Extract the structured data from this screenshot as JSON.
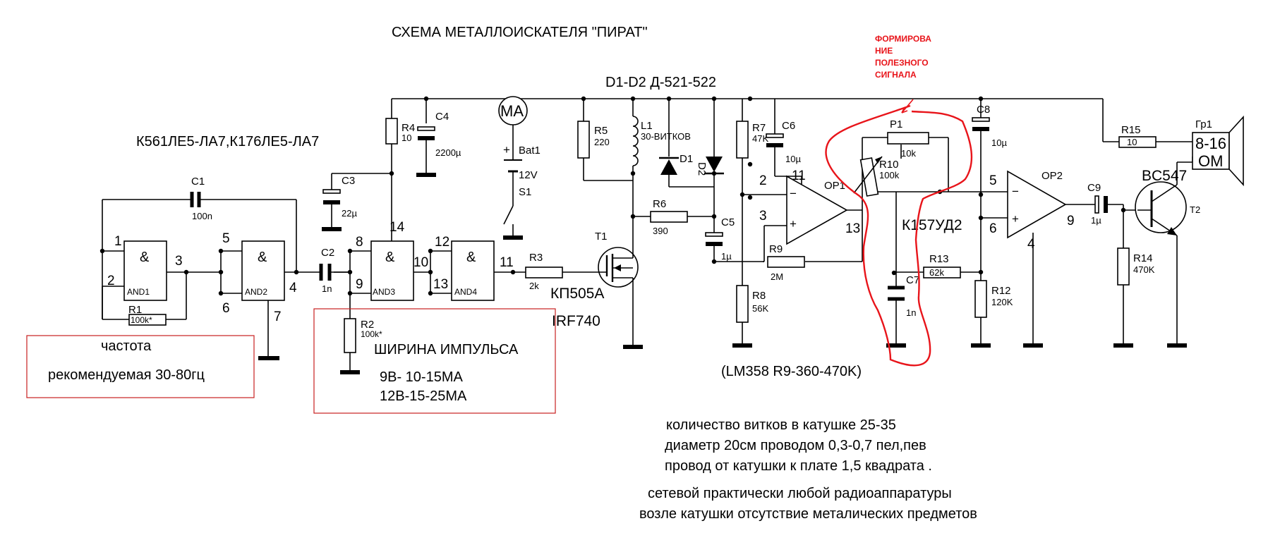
{
  "title": "СХЕМА МЕТАЛЛОИСКАТЕЛЯ \"ПИРАТ\"",
  "chips": "К561ЛЕ5-ЛА7,К176ЛЕ5-ЛА7",
  "diodes_note": "D1-D2 Д-521-522",
  "opamp1_note": "(LM358  R9-360-470K)",
  "opamp2_model": "К157УД2",
  "mosfet_a": "КП505А",
  "mosfet_b": "IRF740",
  "transistor": "BC547",
  "speaker": {
    "ref": "Гр1",
    "ohm1": "8-16",
    "ohm2": "ОМ"
  },
  "meter": "MA",
  "battery": {
    "ref": "Bat1",
    "volt": "12V",
    "switch": "S1"
  },
  "gates": [
    "AND1",
    "AND2",
    "AND3",
    "AND4"
  ],
  "gate_symbol": "&",
  "components": {
    "C1": {
      "ref": "C1",
      "val": "100n"
    },
    "C2": {
      "ref": "C2",
      "val": "1n"
    },
    "C3": {
      "ref": "C3",
      "val": "22µ"
    },
    "C4": {
      "ref": "C4",
      "val": "2200µ"
    },
    "C5": {
      "ref": "C5",
      "val": "1µ"
    },
    "C6": {
      "ref": "C6",
      "val": "10µ"
    },
    "C7": {
      "ref": "C7",
      "val": "1n"
    },
    "C8": {
      "ref": "C8",
      "val": "10µ"
    },
    "C9": {
      "ref": "C9",
      "val": "1µ"
    },
    "R1": {
      "ref": "R1",
      "val": "100k*"
    },
    "R2": {
      "ref": "R2",
      "val": "100k*"
    },
    "R3": {
      "ref": "R3",
      "val": "2k"
    },
    "R4": {
      "ref": "R4",
      "val": "10"
    },
    "R5": {
      "ref": "R5",
      "val": "220"
    },
    "R6": {
      "ref": "R6",
      "val": "390"
    },
    "R7": {
      "ref": "R7",
      "val": "47K"
    },
    "R8": {
      "ref": "R8",
      "val": "56K"
    },
    "R9": {
      "ref": "R9",
      "val": "2M"
    },
    "R10": {
      "ref": "R10",
      "val": "100k"
    },
    "R12": {
      "ref": "R12",
      "val": "120K"
    },
    "R13": {
      "ref": "R13",
      "val": "62k"
    },
    "R14": {
      "ref": "R14",
      "val": "470K"
    },
    "R15": {
      "ref": "R15",
      "val": "10"
    },
    "P1": {
      "ref": "P1",
      "val": "10k"
    },
    "L1": {
      "ref": "L1",
      "val": "30-ВИТКОВ"
    },
    "D1": {
      "ref": "D1"
    },
    "D2": {
      "ref": "D2"
    },
    "T1": {
      "ref": "T1"
    },
    "T2": {
      "ref": "T2"
    },
    "OP1": {
      "ref": "OP1"
    },
    "OP2": {
      "ref": "OP2"
    }
  },
  "pins": {
    "g1a": "1",
    "g1b": "2",
    "g1o": "3",
    "g2a": "5",
    "g2b": "6",
    "g2o": "4",
    "g2p": "7",
    "g3a": "8",
    "g3b": "9",
    "g3o": "10",
    "g3p": "14",
    "g4a": "12",
    "g4b": "13",
    "g4o": "11",
    "op1a": "2",
    "op1b": "3",
    "op1o": "13",
    "op1p": "11",
    "op2a": "5",
    "op2b": "6",
    "op2o": "9",
    "op2p": "4"
  },
  "freq_box": {
    "line1": "частота",
    "line2": "рекомендуемая 30-80гц"
  },
  "pulse_box": {
    "line1": "ШИРИНА ИМПУЛЬСА",
    "line2": "9В- 10-15МА",
    "line3": "12В-15-25МА"
  },
  "red_note": [
    "ФОРМИРОВА",
    "НИЕ",
    "ПОЛЕЗНОГО",
    "СИГНАЛА"
  ],
  "notes": [
    "количество витков в катушке 25-35",
    "диаметр 20см проводом 0,3-0,7 пел,пев",
    "провод от катушки к плате 1,5 квадрата .",
    "сетевой практически любой радиоаппаратуры",
    "возле катушки отсутствие металических предметов"
  ],
  "colors": {
    "annotation": "#e8141a",
    "ink": "#000000"
  }
}
